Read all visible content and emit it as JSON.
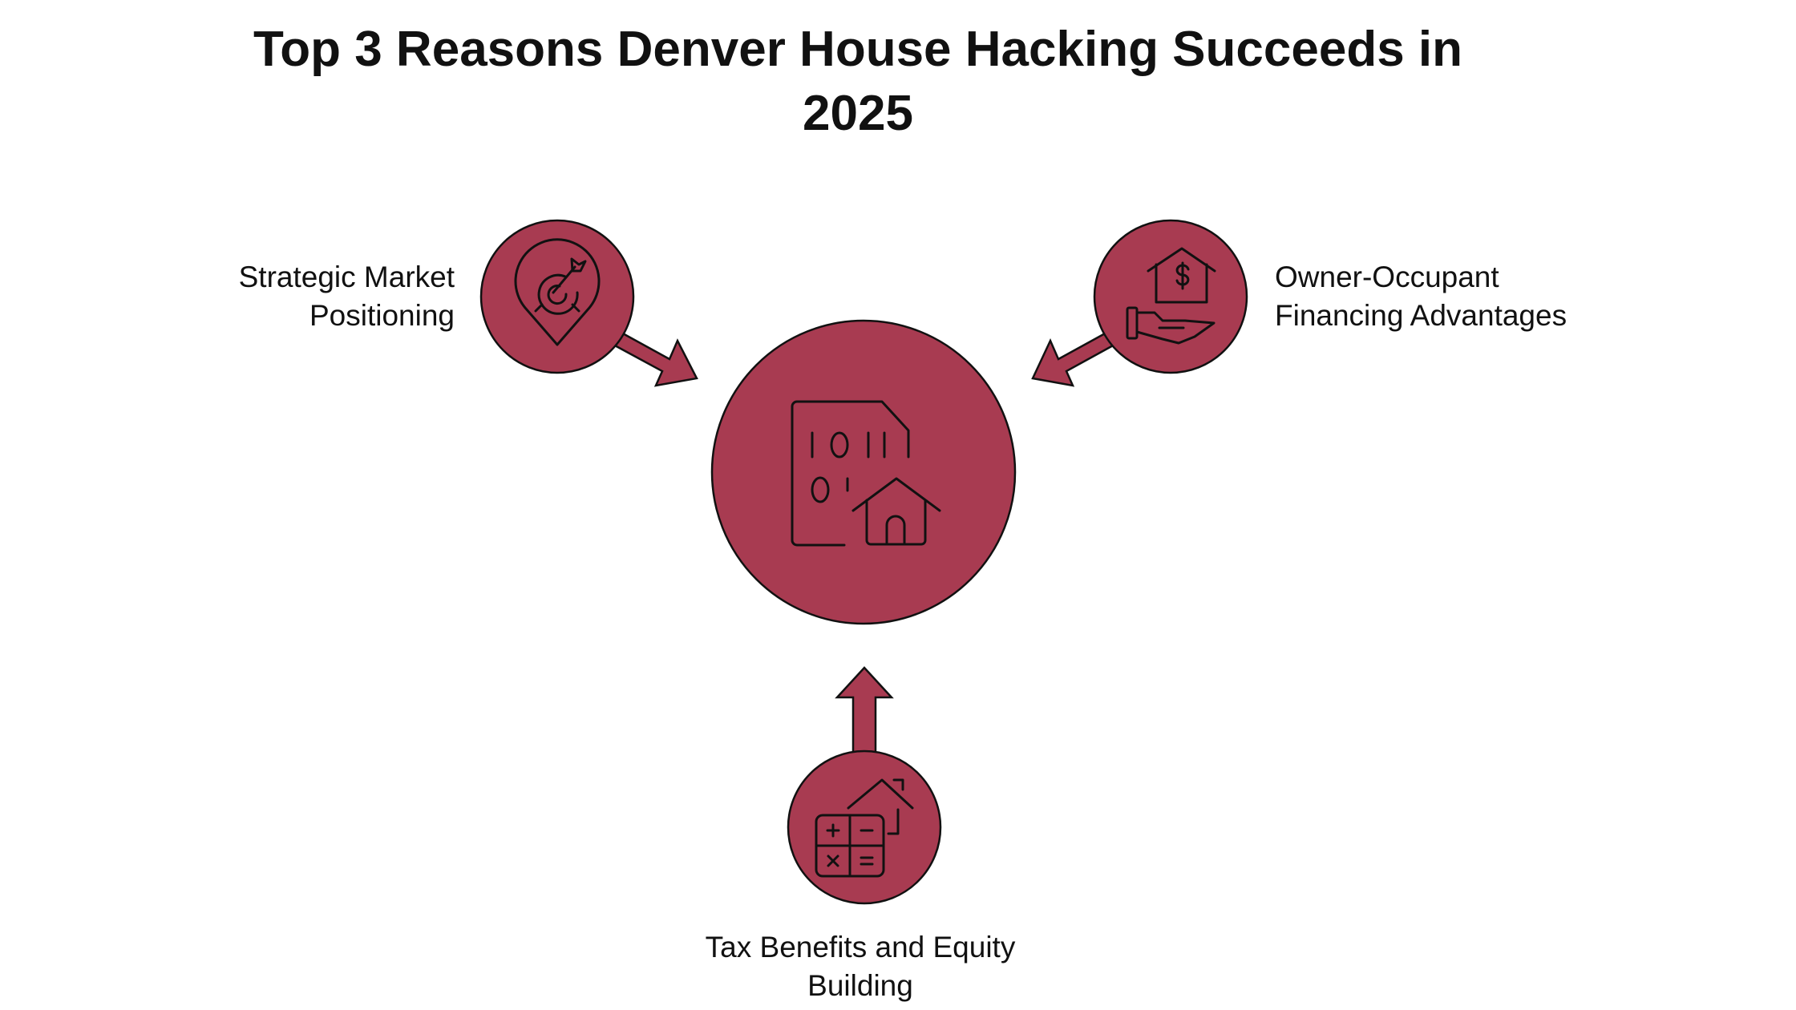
{
  "title": "Top 3 Reasons Denver House Hacking Succeeds in 2025",
  "colors": {
    "fill": "#A83B51",
    "stroke": "#111111"
  },
  "center": {
    "icon": "data-document-house-icon"
  },
  "items": [
    {
      "line1": "Strategic Market",
      "line2": "Positioning",
      "icon": "target-location-pin-icon"
    },
    {
      "line1": "Owner-Occupant",
      "line2": "Financing Advantages",
      "icon": "house-dollar-hand-icon"
    },
    {
      "line1": "Tax Benefits and Equity",
      "line2": "Building",
      "icon": "calculator-house-icon"
    }
  ]
}
